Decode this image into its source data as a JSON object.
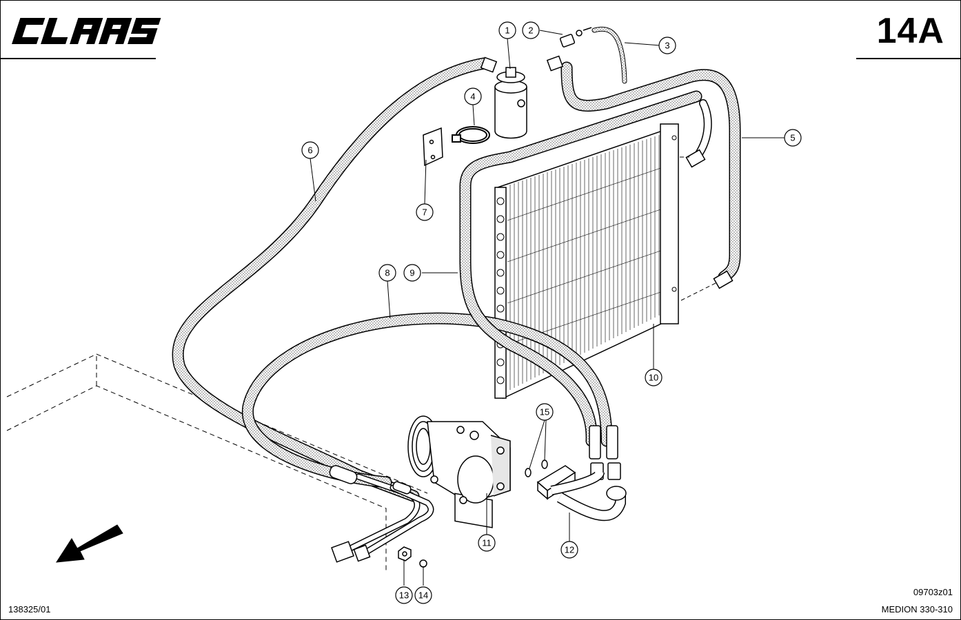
{
  "brand": {
    "logo_text": "CLAAS",
    "logo_icon": "claas-wordmark"
  },
  "sheet": {
    "number": "14A"
  },
  "footer": {
    "document_number": "138325/01",
    "drawing_code": "09703z01",
    "model": "MEDION 330-310"
  },
  "callouts": [
    {
      "number": "1"
    },
    {
      "number": "2"
    },
    {
      "number": "3"
    },
    {
      "number": "4"
    },
    {
      "number": "5"
    },
    {
      "number": "6"
    },
    {
      "number": "7"
    },
    {
      "number": "8"
    },
    {
      "number": "9"
    },
    {
      "number": "10"
    },
    {
      "number": "11"
    },
    {
      "number": "12"
    },
    {
      "number": "13"
    },
    {
      "number": "14"
    },
    {
      "number": "15"
    }
  ],
  "icons": {
    "direction": "travel-direction-arrow-icon"
  },
  "colors": {
    "line": "#000000",
    "background": "#ffffff",
    "hose_fill": "#d8d8d8"
  }
}
